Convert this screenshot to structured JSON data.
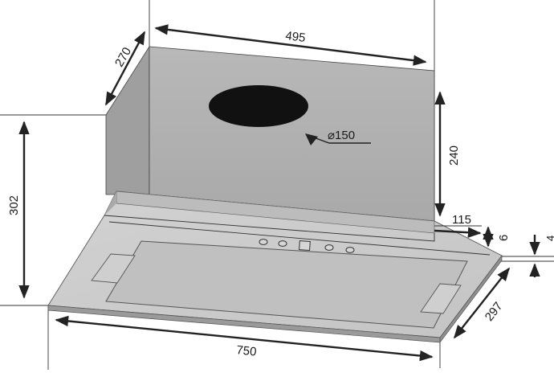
{
  "dimensions": {
    "width_top": "495",
    "depth_top": "270",
    "height_total": "302",
    "height_chimney": "240",
    "duct_diameter": "⌀150",
    "offset_right": "115",
    "step_height": "6",
    "panel_thickness": "4",
    "width_bottom": "750",
    "depth_bottom": "297"
  },
  "colors": {
    "body_front": "#b4b4b4",
    "body_side": "#9c9c9c",
    "panel_top": "#c9c9c9",
    "glass": "#bdbdbd",
    "duct_hole": "#111111",
    "lines": "#222222"
  },
  "icons": {
    "control_buttons": 5,
    "display_window": 1
  }
}
